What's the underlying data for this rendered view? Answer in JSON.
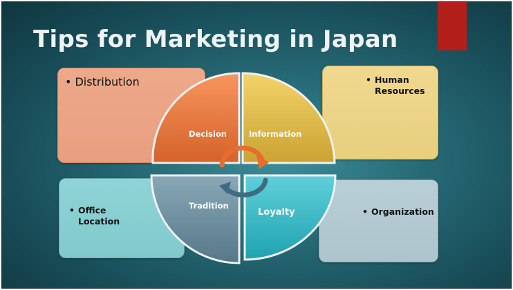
{
  "slide": {
    "title": "Tips for Marketing in Japan",
    "accent_color": "#b21f1a"
  },
  "quadrants": {
    "top_left": {
      "label": "Decision",
      "color": "#e8743e"
    },
    "top_right": {
      "label": "Information",
      "color": "#e6c04a"
    },
    "bottom_left": {
      "label": "Tradition",
      "color": "#6e8fa1"
    },
    "bottom_right": {
      "label": "Loyalty",
      "color": "#34b8c6"
    }
  },
  "boxes": {
    "top_left": {
      "bullet": "•",
      "text": "Distribution"
    },
    "top_right": {
      "bullet": "•",
      "line1": "Human",
      "line2": "Resources"
    },
    "bottom_left": {
      "bullet": "•",
      "line1": "Office",
      "line2": "Location"
    },
    "bottom_right": {
      "bullet": "•",
      "text": "Organization"
    }
  },
  "icons": {
    "top_arrow": "curved-arrow-right-icon",
    "bottom_arrow": "curved-arrow-left-icon"
  }
}
